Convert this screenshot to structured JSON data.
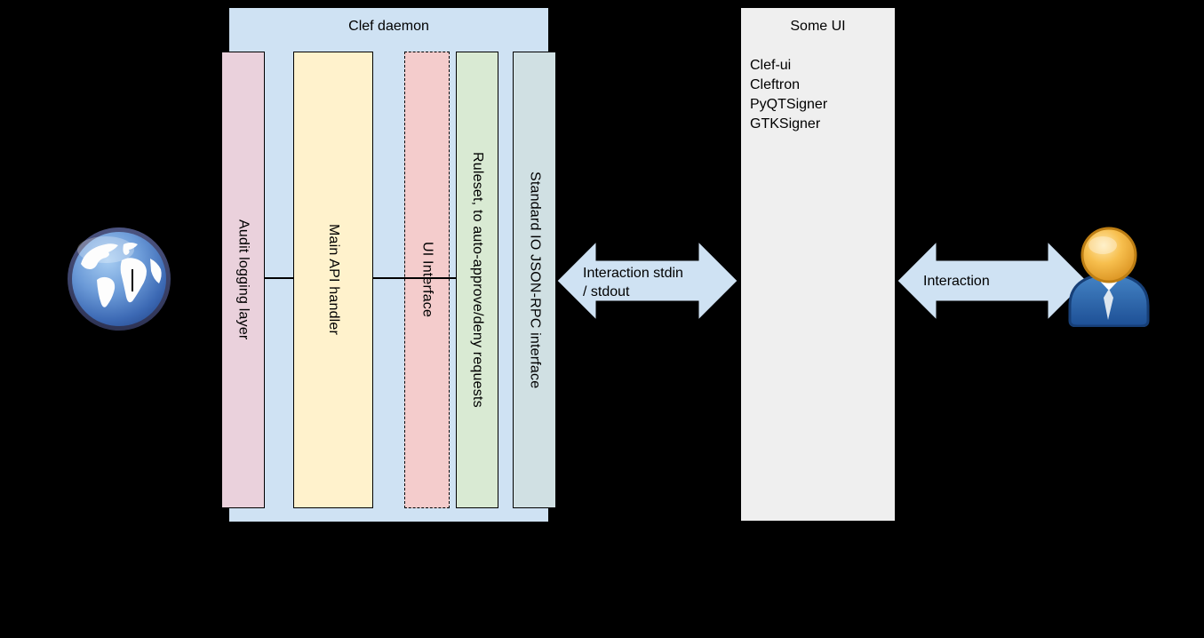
{
  "background": "#000000",
  "clef_daemon": {
    "title": "Clef daemon",
    "fill": "#cfe2f3",
    "bars": [
      {
        "id": "audit-logging",
        "label": "Audit logging layer",
        "fill": "#ead1dc",
        "border_style": "solid"
      },
      {
        "id": "main-api",
        "label": "Main API handler",
        "fill": "#fff2cc",
        "border_style": "solid"
      },
      {
        "id": "ui-interface",
        "label": "UI Interface",
        "fill": "#f4cccc",
        "border_style": "dashed"
      },
      {
        "id": "ruleset",
        "label": "Ruleset, to auto-approve/deny requests",
        "fill": "#d9ead3",
        "border_style": "solid"
      },
      {
        "id": "stdio-jsonrpc",
        "label": "Standard IO JSON-RPC interface",
        "fill": "#d0e0e3",
        "border_style": "solid"
      }
    ]
  },
  "some_ui": {
    "title": "Some UI",
    "fill": "#efefef",
    "items": [
      "Clef-ui",
      "Cleftron",
      "PyQTSigner",
      "GTKSigner"
    ]
  },
  "arrows": {
    "left": {
      "label_line1": "Interaction stdin",
      "label_line2": "/ stdout",
      "fill": "#cfe2f3",
      "direction": "double-headed"
    },
    "right": {
      "label": "Interaction",
      "fill": "#cfe2f3",
      "direction": "double-headed"
    }
  },
  "icons": {
    "globe": "globe-icon (internet / external world)",
    "user": "user-icon (human operator)"
  }
}
